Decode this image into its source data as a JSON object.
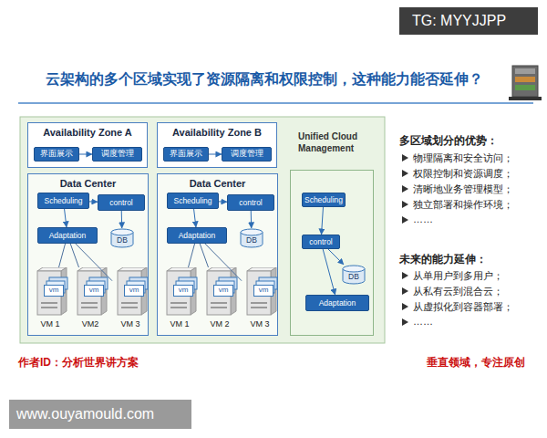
{
  "diagram": {
    "title": "云架构的多个区域实现了资源隔离和权限控制，这种能力能否延伸？",
    "nodes": [
      {
        "text": [
          "Availability Zone A"
        ]
      },
      {
        "text": [
          "界面展示"
        ],
        "in": 0
      },
      {
        "text": [
          "调度管理"
        ],
        "in": 0
      },
      {
        "text": [
          "Availability Zone B"
        ]
      },
      {
        "text": [
          "界面展示"
        ],
        "in": 3
      },
      {
        "text": [
          "调度管理"
        ],
        "in": 3
      },
      {
        "text": [
          "Data Center"
        ]
      },
      {
        "text": [
          "Scheduling"
        ],
        "in": 6
      },
      {
        "text": [
          "control"
        ],
        "in": 6
      },
      {
        "text": [
          "Adaptation"
        ],
        "in": 6
      },
      {
        "text": [
          "DB"
        ],
        "in": 6
      },
      {
        "text": [
          "vm",
          "VM 1"
        ],
        "in": 6
      },
      {
        "text": [
          "vm",
          "VM2"
        ],
        "in": 6
      },
      {
        "text": [
          "vm",
          "VM 3"
        ],
        "in": 6
      },
      {
        "text": [
          "Data Center"
        ]
      },
      {
        "text": [
          "Scheduling"
        ],
        "in": 14
      },
      {
        "text": [
          "control"
        ],
        "in": 14
      },
      {
        "text": [
          "Adaptation"
        ],
        "in": 14
      },
      {
        "text": [
          "DB"
        ],
        "in": 14
      },
      {
        "text": [
          "vm",
          "VM 1"
        ],
        "in": 14
      },
      {
        "text": [
          "vm",
          "VM 2"
        ],
        "in": 14
      },
      {
        "text": [
          "vm",
          "VM 3"
        ],
        "in": 14
      },
      {
        "text": [
          "Unified Cloud Management"
        ]
      },
      {
        "text": [
          "Scheduling"
        ],
        "in": 22
      },
      {
        "text": [
          "control"
        ],
        "in": 22
      },
      {
        "text": [
          "DB"
        ],
        "in": 22
      },
      {
        "text": [
          "Adaptation"
        ],
        "in": 22
      }
    ],
    "edges": [
      {
        "from": 1,
        "to": 2,
        "arrow": "to"
      },
      {
        "from": 4,
        "to": 5,
        "arrow": "to"
      },
      {
        "from": 7,
        "to": 8,
        "arrow": "to"
      },
      {
        "from": 7,
        "to": 9,
        "arrow": "to"
      },
      {
        "from": 8,
        "to": 10,
        "arrow": "to"
      },
      {
        "from": 9,
        "to": 11,
        "arrow": "none"
      },
      {
        "from": 9,
        "to": 12,
        "arrow": "none"
      },
      {
        "from": 9,
        "to": 13,
        "arrow": "none"
      },
      {
        "from": 15,
        "to": 16,
        "arrow": "to"
      },
      {
        "from": 15,
        "to": 17,
        "arrow": "to"
      },
      {
        "from": 16,
        "to": 18,
        "arrow": "to"
      },
      {
        "from": 17,
        "to": 19,
        "arrow": "none"
      },
      {
        "from": 17,
        "to": 20,
        "arrow": "none"
      },
      {
        "from": 17,
        "to": 21,
        "arrow": "none"
      },
      {
        "from": 23,
        "to": 24,
        "arrow": "to"
      },
      {
        "from": 24,
        "to": 25,
        "arrow": "to"
      },
      {
        "from": 24,
        "to": 26,
        "arrow": "to"
      }
    ],
    "labels": [
      "TG: MYYJJPP",
      "多区域划分的优势：",
      "物理隔离和安全访问；",
      "权限控制和资源调度；",
      "清晰地业务管理模型；",
      "独立部署和操作环境；",
      "……",
      "未来的能力延伸：",
      "从单用户到多用户；",
      "从私有云到混合云；",
      "从虚拟化到容器部署；",
      "……",
      "作者ID：分析世界讲方案",
      "垂直领域，专注原创",
      "www.ouyamould.com"
    ]
  }
}
